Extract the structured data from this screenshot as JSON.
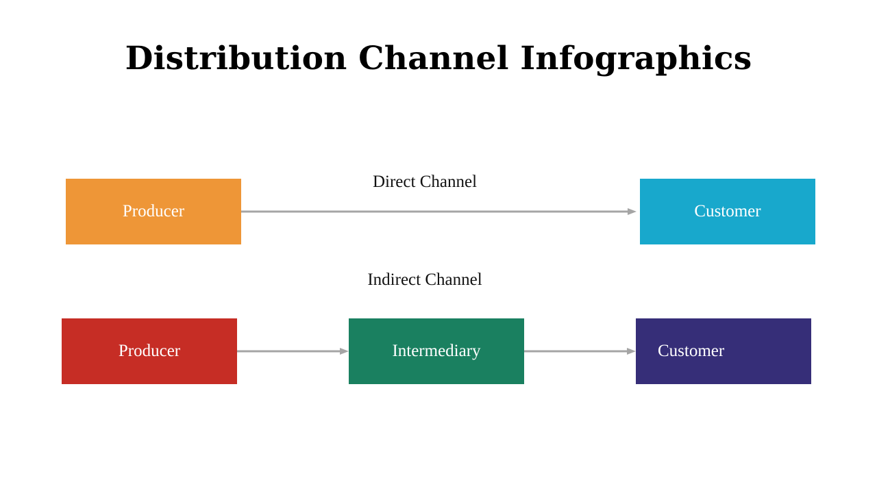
{
  "title": "Distribution Channel Infographics",
  "direct": {
    "label": "Direct Channel",
    "producer": {
      "label": "Producer",
      "color": "#EE9637"
    },
    "customer": {
      "label": "Customer",
      "color": "#18A8CC"
    }
  },
  "indirect": {
    "label": "Indirect Channel",
    "producer": {
      "label": "Producer",
      "color": "#C62D25"
    },
    "intermediary": {
      "label": "Intermediary",
      "color": "#1A8060"
    },
    "customer": {
      "label": "Customer",
      "color": "#362E78"
    }
  },
  "arrow_color": "#A5A5A5"
}
